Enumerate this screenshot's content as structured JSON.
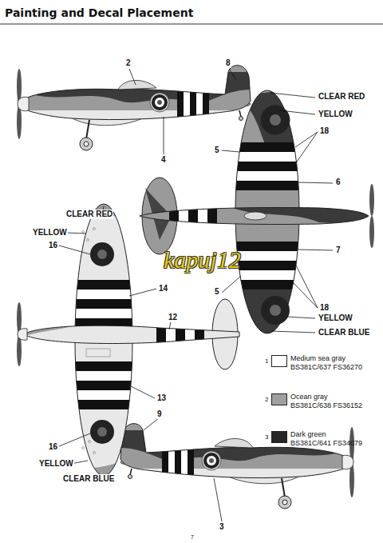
{
  "diagram": {
    "title": "Painting and Decal Placement",
    "labels": [
      "2",
      "8",
      "4",
      "CLEAR RED",
      "YELLOW",
      "18",
      "5",
      "6",
      "7",
      "5",
      "18",
      "YELLOW",
      "CLEAR BLUE",
      "CLEAR RED",
      "YELLOW",
      "16",
      "14",
      "12",
      "13",
      "16",
      "YELLOW",
      "CLEAR BLUE",
      "9",
      "3",
      "1",
      "2",
      "3",
      "kapuj12",
      "7"
    ],
    "legend": [
      {
        "text": "Medium sea gray BS381C/637 FS36270",
        "color": "#ffffff"
      },
      {
        "text": "Ocean gray BS381C/638 FS36152",
        "color": "#a0a0a0"
      },
      {
        "text": "Dark green BS381C/641 FS34079",
        "color": "#262626"
      }
    ]
  }
}
